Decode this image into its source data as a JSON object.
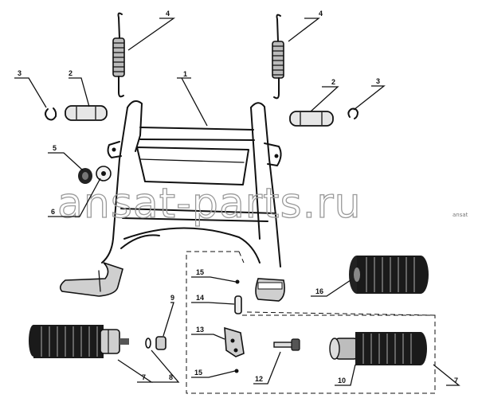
{
  "diagram": {
    "watermark": "ansat-parts.ru",
    "watermark_small": "ansat",
    "callouts": {
      "c1": "1",
      "c2a": "2",
      "c2b": "2",
      "c3a": "3",
      "c3b": "3",
      "c4a": "4",
      "c4b": "4",
      "c5": "5",
      "c6": "6",
      "c7a": "7",
      "c7b": "7",
      "c8": "8",
      "c9": "9",
      "c10": "10",
      "c12": "12",
      "c13": "13",
      "c14": "14",
      "c15a": "15",
      "c15b": "15",
      "c16": "16"
    }
  }
}
